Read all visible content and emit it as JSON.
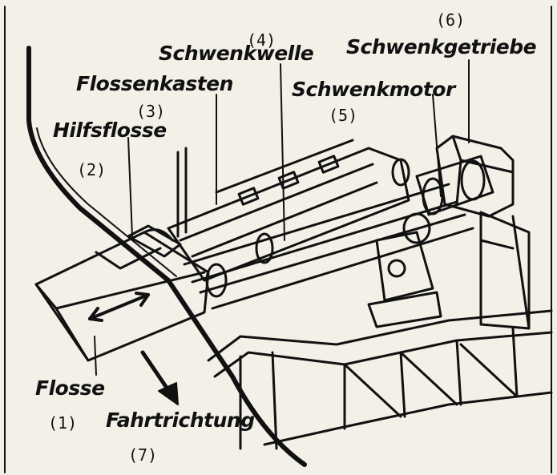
{
  "labels": {
    "schwenkwelle": "Schwenkwelle",
    "schwenkgetriebe": "Schwenkgetriebe",
    "flossenkasten": "Flossenkasten",
    "schwenkmotor": "Schwenkmotor",
    "hilfsflosse": "Hilfsflosse",
    "flosse": "Flosse",
    "fahrtrichtung": "Fahrtrichtung"
  },
  "numbers": {
    "n1": "(1)",
    "n2": "(2)",
    "n3": "(3)",
    "n4": "(4)",
    "n5": "(5)",
    "n6": "(6)",
    "n7": "(7)"
  },
  "colors": {
    "ink": "#111111",
    "paper": "#f3f0e8"
  }
}
